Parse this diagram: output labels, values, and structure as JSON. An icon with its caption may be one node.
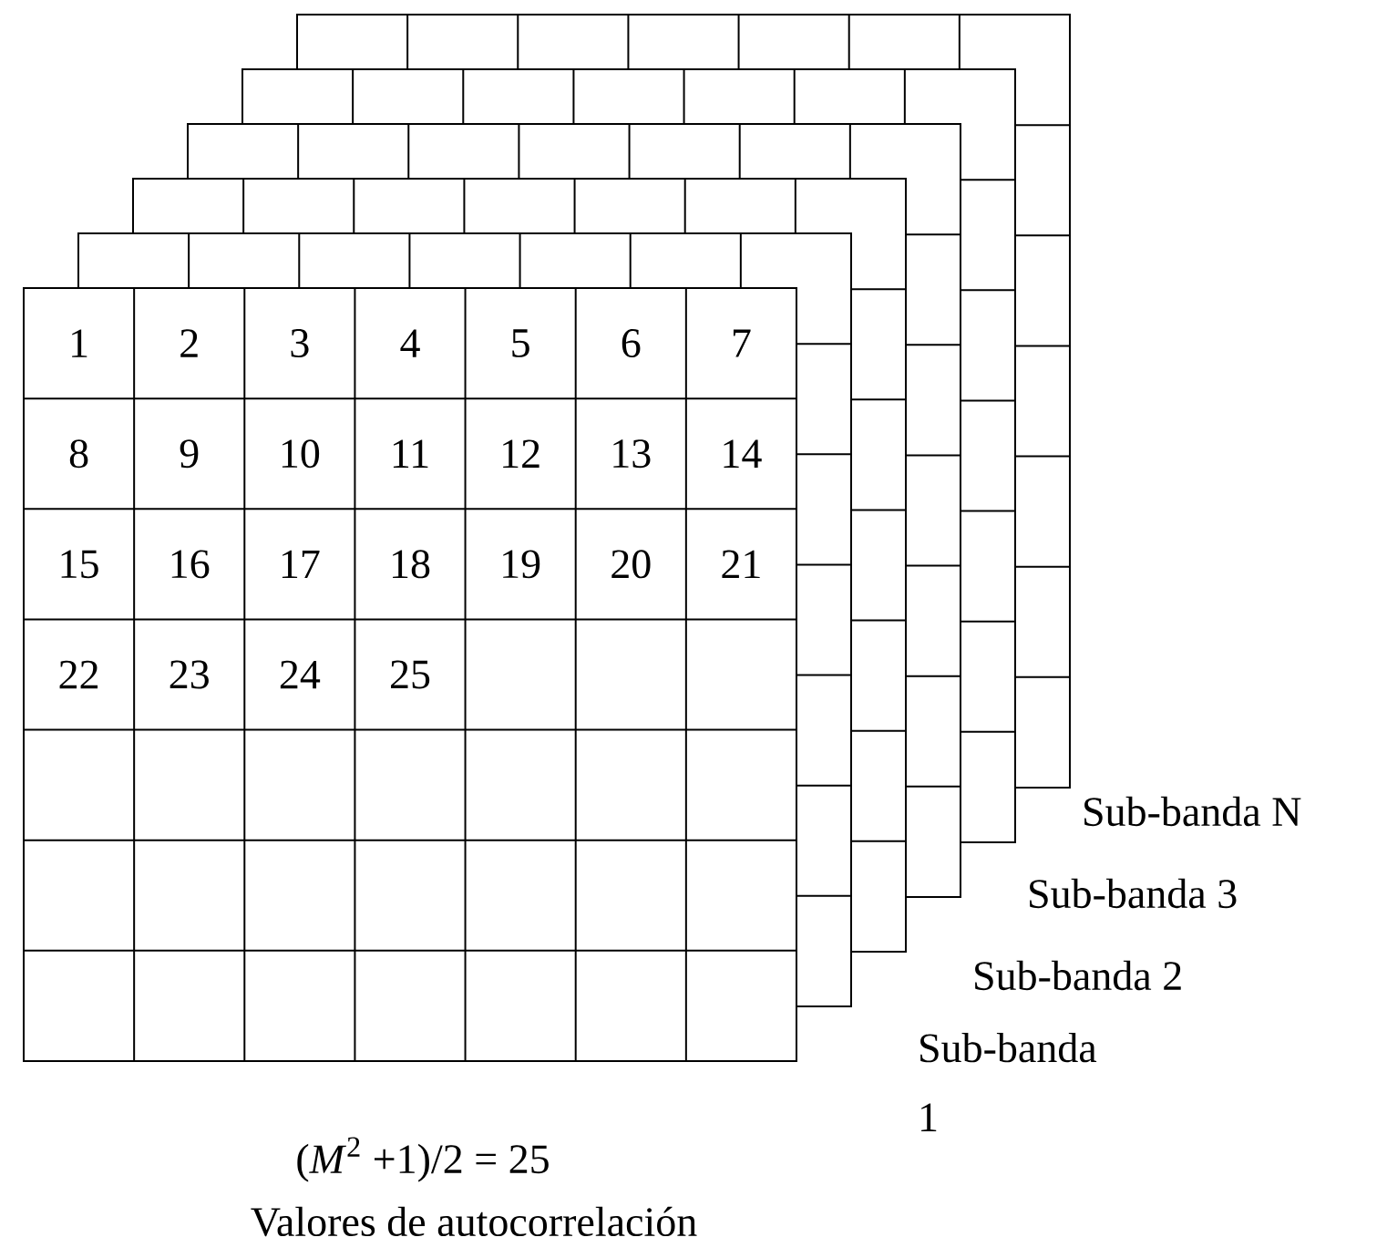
{
  "diagram": {
    "caption": "Valores de autocorrelación",
    "labels": [
      "1",
      "2",
      "3",
      "4",
      "5",
      "6",
      "7",
      "8",
      "9",
      "10",
      "11",
      "12",
      "13",
      "14",
      "15",
      "16",
      "17",
      "18",
      "19",
      "20",
      "21",
      "22",
      "23",
      "24",
      "25",
      "Sub-banda N",
      "Sub-banda 3",
      "Sub-banda 2",
      "Sub-banda 1",
      "(*M*$^{2}$ +1)/2 = 25"
    ]
  }
}
